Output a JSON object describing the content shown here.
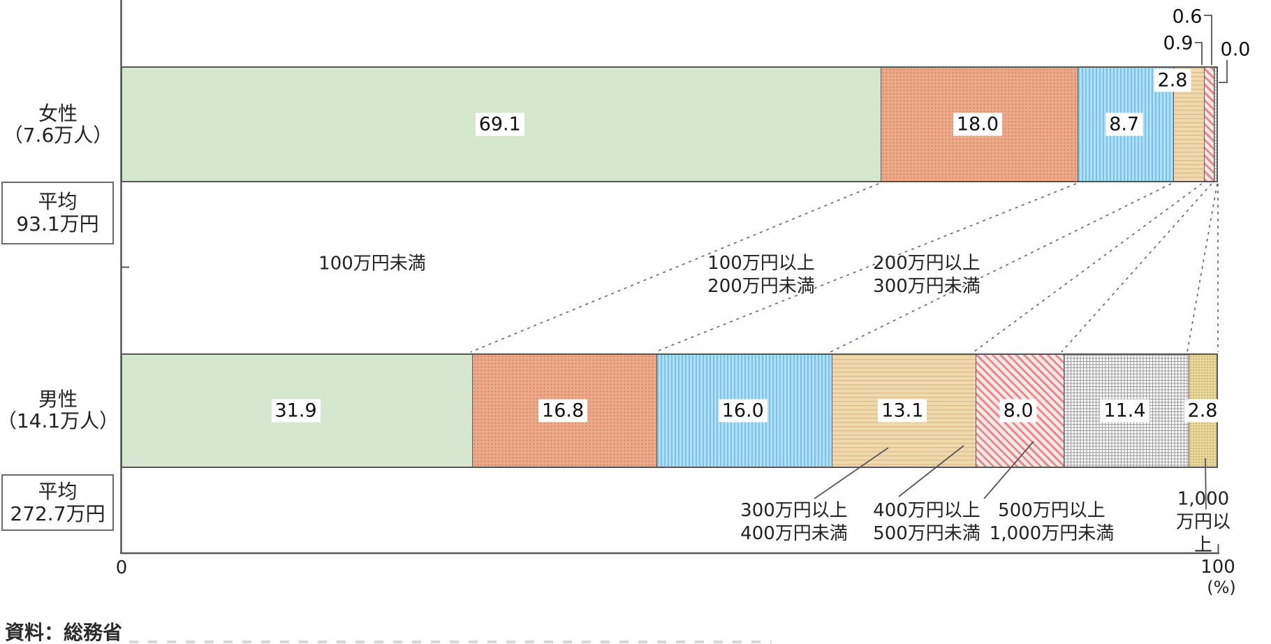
{
  "bars": {
    "female": {
      "category_label": "女性\n（7.6万人）",
      "average_label": "平均\n93.1万円",
      "segments": [
        {
          "bracket": "100万円未満",
          "value": 69.1,
          "display": "69.1"
        },
        {
          "bracket": "100万円以上200万円未満",
          "value": 18.0,
          "display": "18.0"
        },
        {
          "bracket": "200万円以上300万円未満",
          "value": 8.7,
          "display": "8.7"
        },
        {
          "bracket": "300万円以上400万円未満",
          "value": 2.8,
          "display": "2.8"
        },
        {
          "bracket": "400万円以上500万円未満",
          "value": 0.9,
          "display": "0.9"
        },
        {
          "bracket": "500万円以上1,000万円未満",
          "value": 0.6,
          "display": "0.6"
        },
        {
          "bracket": "1,000万円以上",
          "value": 0.0,
          "display": "0.0"
        }
      ]
    },
    "male": {
      "category_label": "男性\n（14.1万人）",
      "average_label": "平均\n272.7万円",
      "segments": [
        {
          "bracket": "100万円未満",
          "value": 31.9,
          "display": "31.9"
        },
        {
          "bracket": "100万円以上200万円未満",
          "value": 16.8,
          "display": "16.8"
        },
        {
          "bracket": "200万円以上300万円未満",
          "value": 16.0,
          "display": "16.0"
        },
        {
          "bracket": "300万円以上400万円未満",
          "value": 13.1,
          "display": "13.1"
        },
        {
          "bracket": "400万円以上500万円未満",
          "value": 8.0,
          "display": "8.0"
        },
        {
          "bracket": "500万円以上1,000万円未満",
          "value": 11.4,
          "display": "11.4"
        },
        {
          "bracket": "1,000万円以上",
          "value": 2.8,
          "display": "2.8"
        }
      ]
    }
  },
  "bracket_labels": {
    "under100": "100万円未満",
    "b100_200": "100万円以上\n200万円未満",
    "b200_300": "200万円以上\n300万円未満",
    "b300_400": "300万円以上\n400万円未満",
    "b400_500": "400万円以上\n500万円未満",
    "b500_1000": "500万円以上\n1,000万円未満",
    "over1000": "1,000万円以上"
  },
  "axis": {
    "zero": "0",
    "hundred": "100",
    "unit": "(%)"
  },
  "source": "資料：総務省",
  "colors": {
    "green": "#d5e7cf",
    "salmon": "#edaa8b",
    "blue": "#aedff5",
    "tan": "#f0d9ae",
    "red_stripe": "#e8898d",
    "grey_grid": "#9a9a9a",
    "khaki": "#e8d89e",
    "axis": "#565656"
  },
  "chart_data": {
    "type": "bar",
    "orientation": "horizontal-stacked",
    "categories": [
      "女性（7.6万人）",
      "男性（14.1万人）"
    ],
    "series": [
      {
        "name": "100万円未満",
        "values": [
          69.1,
          31.9
        ]
      },
      {
        "name": "100万円以上200万円未満",
        "values": [
          18.0,
          16.8
        ]
      },
      {
        "name": "200万円以上300万円未満",
        "values": [
          8.7,
          16.0
        ]
      },
      {
        "name": "300万円以上400万円未満",
        "values": [
          2.8,
          13.1
        ]
      },
      {
        "name": "400万円以上500万円未満",
        "values": [
          0.9,
          8.0
        ]
      },
      {
        "name": "500万円以上1,000万円未満",
        "values": [
          0.6,
          11.4
        ]
      },
      {
        "name": "1,000万円以上",
        "values": [
          0.0,
          2.8
        ]
      }
    ],
    "annotations": {
      "female_average": "平均 93.1万円",
      "male_average": "平均 272.7万円"
    },
    "xlabel": "(%)",
    "ylabel": "",
    "xlim": [
      0,
      100
    ],
    "grid": false,
    "legend_position": "none",
    "source": "資料：総務省"
  }
}
